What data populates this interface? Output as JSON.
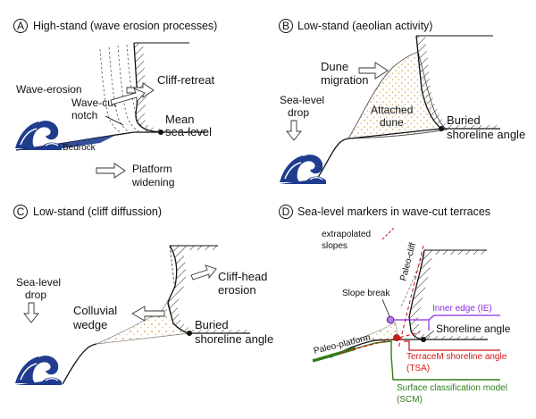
{
  "panels": {
    "a": {
      "letter": "A",
      "title": "High-stand (wave erosion processes)",
      "wave_erosion": "Wave-erosion",
      "wave_cut_1": "Wave-cut",
      "wave_cut_2": "notch",
      "cliff_retreat": "Cliff-retreat",
      "mean": "Mean",
      "sea_level": "sea-level",
      "bedrock": "Bedrock",
      "platform_1": "Platform",
      "platform_2": "widening"
    },
    "b": {
      "letter": "B",
      "title": "Low-stand (aeolian activity)",
      "dune_1": "Dune",
      "dune_2": "migration",
      "sea_drop_1": "Sea-level",
      "sea_drop_2": "drop",
      "attached_1": "Attached",
      "attached_2": "dune",
      "buried_1": "Buried",
      "buried_2": "shoreline angle"
    },
    "c": {
      "letter": "C",
      "title": "Low-stand (cliff diffussion)",
      "sea_drop_1": "Sea-level",
      "sea_drop_2": "drop",
      "head_1": "Cliff-head",
      "head_2": "erosion",
      "colluvial_1": "Colluvial",
      "colluvial_2": "wedge",
      "buried_1": "Buried",
      "buried_2": "shoreline angle"
    },
    "d": {
      "letter": "D",
      "title": "Sea-level markers in wave-cut terraces",
      "extrap_1": "extrapolated",
      "extrap_2": "slopes",
      "paleo_cliff": "Paleo-cliff",
      "slope_break": "Slope break",
      "inner_edge": "Inner edge (IE)",
      "shoreline_angle": "Shoreline angle",
      "paleo_platform": "Paleo-platform",
      "tsa_1": "TerraceM shoreline angle",
      "tsa_2": "(TSA)",
      "scm_1": "Surface classification model",
      "scm_2": "(SCM)"
    }
  },
  "colors": {
    "ink": "#111111",
    "wave_blue": "#1f3c8f",
    "sand_dots": "#c8a24a",
    "inner_edge": "#8a2be2",
    "tsa": "#d11a1a",
    "scm": "#2e7d1a"
  }
}
